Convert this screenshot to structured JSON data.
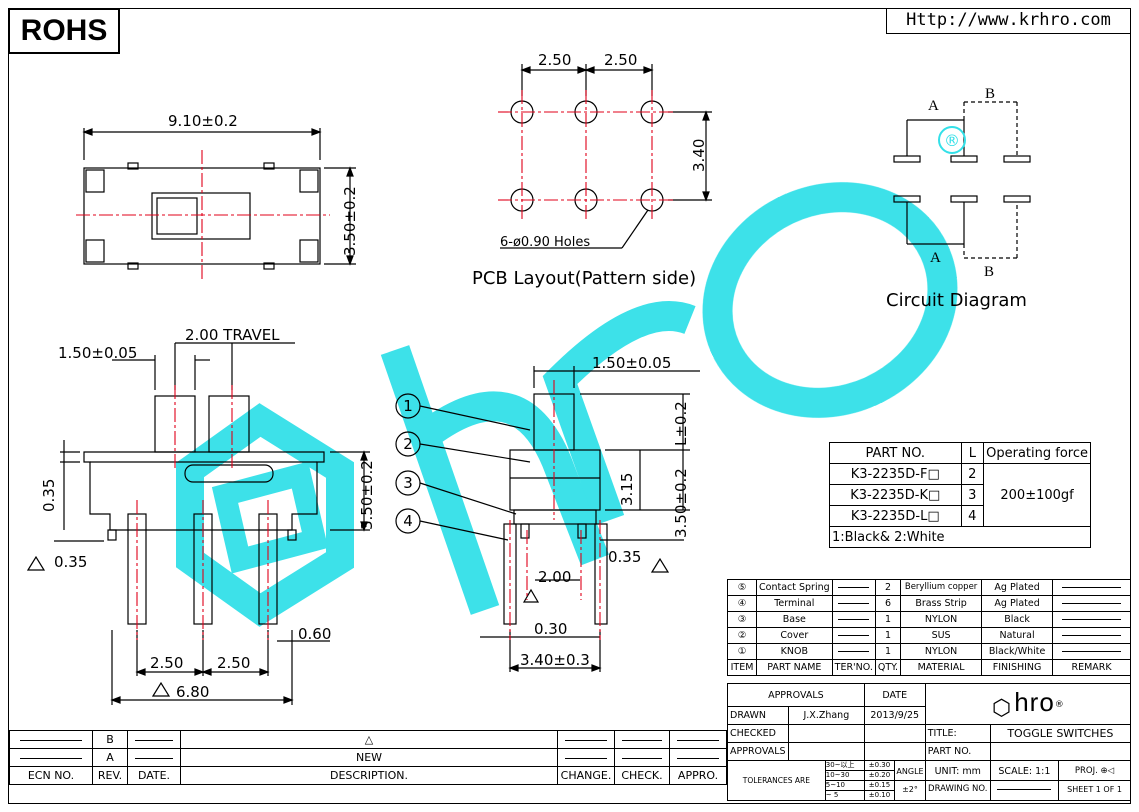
{
  "header": {
    "rohs": "ROHS",
    "url": "Http://www.krhro.com"
  },
  "top_view": {
    "width_dim": "9.10±0.2",
    "height_dim": "3.50±0.2"
  },
  "pcb": {
    "pitch1": "2.50",
    "pitch2": "2.50",
    "row_dim": "3.40",
    "holes": "6-ø0.90 Holes",
    "caption": "PCB Layout(Pattern side)"
  },
  "circuit": {
    "a_top": "A",
    "b_top": "B",
    "a_bot": "A",
    "b_bot": "B",
    "caption": "Circuit Diagram",
    "reg_mark": "®"
  },
  "front_view": {
    "travel": "2.00 TRAVEL",
    "knob_w": "1.50±0.05",
    "left_h": "0.35",
    "pin_off": "0.35",
    "body_h": "3.50±0.2",
    "pitch1": "2.50",
    "pitch2": "2.50",
    "pin_w": "0.60",
    "total": "6.80"
  },
  "side_view": {
    "knob_w": "1.50±0.05",
    "knob_h": "L±0.2",
    "mid_h": "3.15",
    "body_h": "3.50±0.2",
    "pin_off": "0.35",
    "pin_pitch": "2.00",
    "pin_w": "0.30",
    "total": "3.40±0.3"
  },
  "balloons": [
    "1",
    "2",
    "3",
    "4"
  ],
  "part_table": {
    "headers": [
      "PART NO.",
      "L",
      "Operating force"
    ],
    "rows": [
      {
        "part": "K3-2235D-F□",
        "l": "2"
      },
      {
        "part": "K3-2235D-K□",
        "l": "3"
      },
      {
        "part": "K3-2235D-L□",
        "l": "4"
      }
    ],
    "force": "200±100gf",
    "note": "1:Black& 2:White"
  },
  "bom": {
    "headers": [
      "ITEM",
      "PART NAME",
      "TER'NO.",
      "QTY.",
      "MATERIAL",
      "FINISHING",
      "REMARK"
    ],
    "rows": [
      {
        "item": "⑤",
        "name": "Contact Spring",
        "qty": "2",
        "material": "Beryllium copper",
        "finishing": "Ag Plated"
      },
      {
        "item": "④",
        "name": "Terminal",
        "qty": "6",
        "material": "Brass Strip",
        "finishing": "Ag Plated"
      },
      {
        "item": "③",
        "name": "Base",
        "qty": "1",
        "material": "NYLON",
        "finishing": "Black"
      },
      {
        "item": "②",
        "name": "Cover",
        "qty": "1",
        "material": "SUS",
        "finishing": "Natural"
      },
      {
        "item": "①",
        "name": "KNOB",
        "qty": "1",
        "material": "NYLON",
        "finishing": "Black/White"
      }
    ]
  },
  "title_block": {
    "approvals": "APPROVALS",
    "date": "DATE",
    "drawn": "DRAWN",
    "drawn_by": "J.X.Zhang",
    "drawn_date": "2013/9/25",
    "checked": "CHECKED",
    "approvals2": "APPROVALS",
    "title_label": "TITLE:",
    "title": "TOGGLE SWITCHES",
    "part_no_label": "PART NO.",
    "tolerances": "TOLERANCES ARE",
    "tol_ranges": [
      "30~以上",
      "10~30",
      "5~10",
      "~ 5"
    ],
    "tol_values": [
      "±0.30",
      "±0.20",
      "±0.15",
      "±0.10"
    ],
    "angle": "ANGLE",
    "angle_tol": "±2°",
    "unit": "UNIT: mm",
    "scale": "SCALE: 1:1",
    "proj": "PROJ.",
    "drawing_no": "DRAWING NO.",
    "sheet": "SHEET 1 OF 1",
    "logo": "hro"
  },
  "revision": {
    "headers": [
      "ECN NO.",
      "REV.",
      "DATE.",
      "DESCRIPTION.",
      "CHANGE.",
      "CHECK.",
      "APPRO."
    ],
    "rows": [
      {
        "rev": "B",
        "desc": "△"
      },
      {
        "rev": "A",
        "desc": "NEW"
      }
    ]
  },
  "colors": {
    "watermark": "#33e0e8",
    "centerline": "#e0001a"
  }
}
